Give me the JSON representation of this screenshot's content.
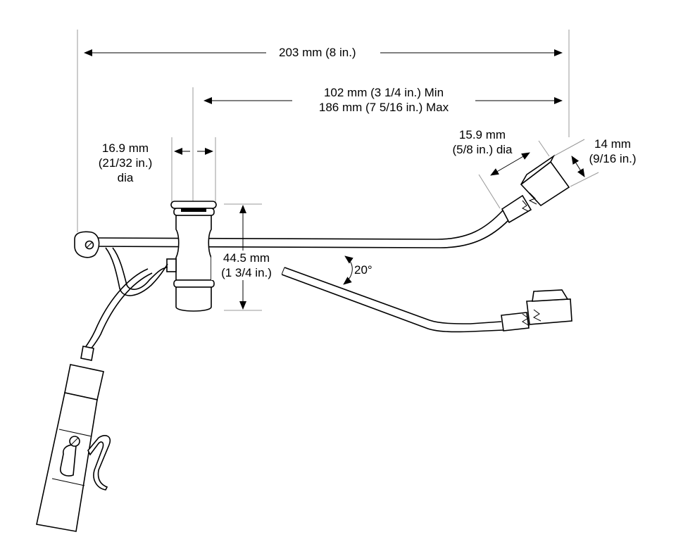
{
  "dimensions": {
    "overall_length": "203 mm (8 in.)",
    "gooseneck_min": "102 mm (3 1/4 in.) Min",
    "gooseneck_max": "186 mm (7 5/16 in.) Max",
    "clamp_dia_line1": "16.9 mm",
    "clamp_dia_line2": "(21/32 in.)",
    "clamp_dia_line3": "dia",
    "capsule_dia_line1": "15.9 mm",
    "capsule_dia_line2": "(5/8 in.) dia",
    "capsule_len_line1": "14 mm",
    "capsule_len_line2": "(9/16 in.)",
    "clamp_height_line1": "44.5 mm",
    "clamp_height_line2": "(1 3/4 in.)",
    "angle": "20°"
  }
}
